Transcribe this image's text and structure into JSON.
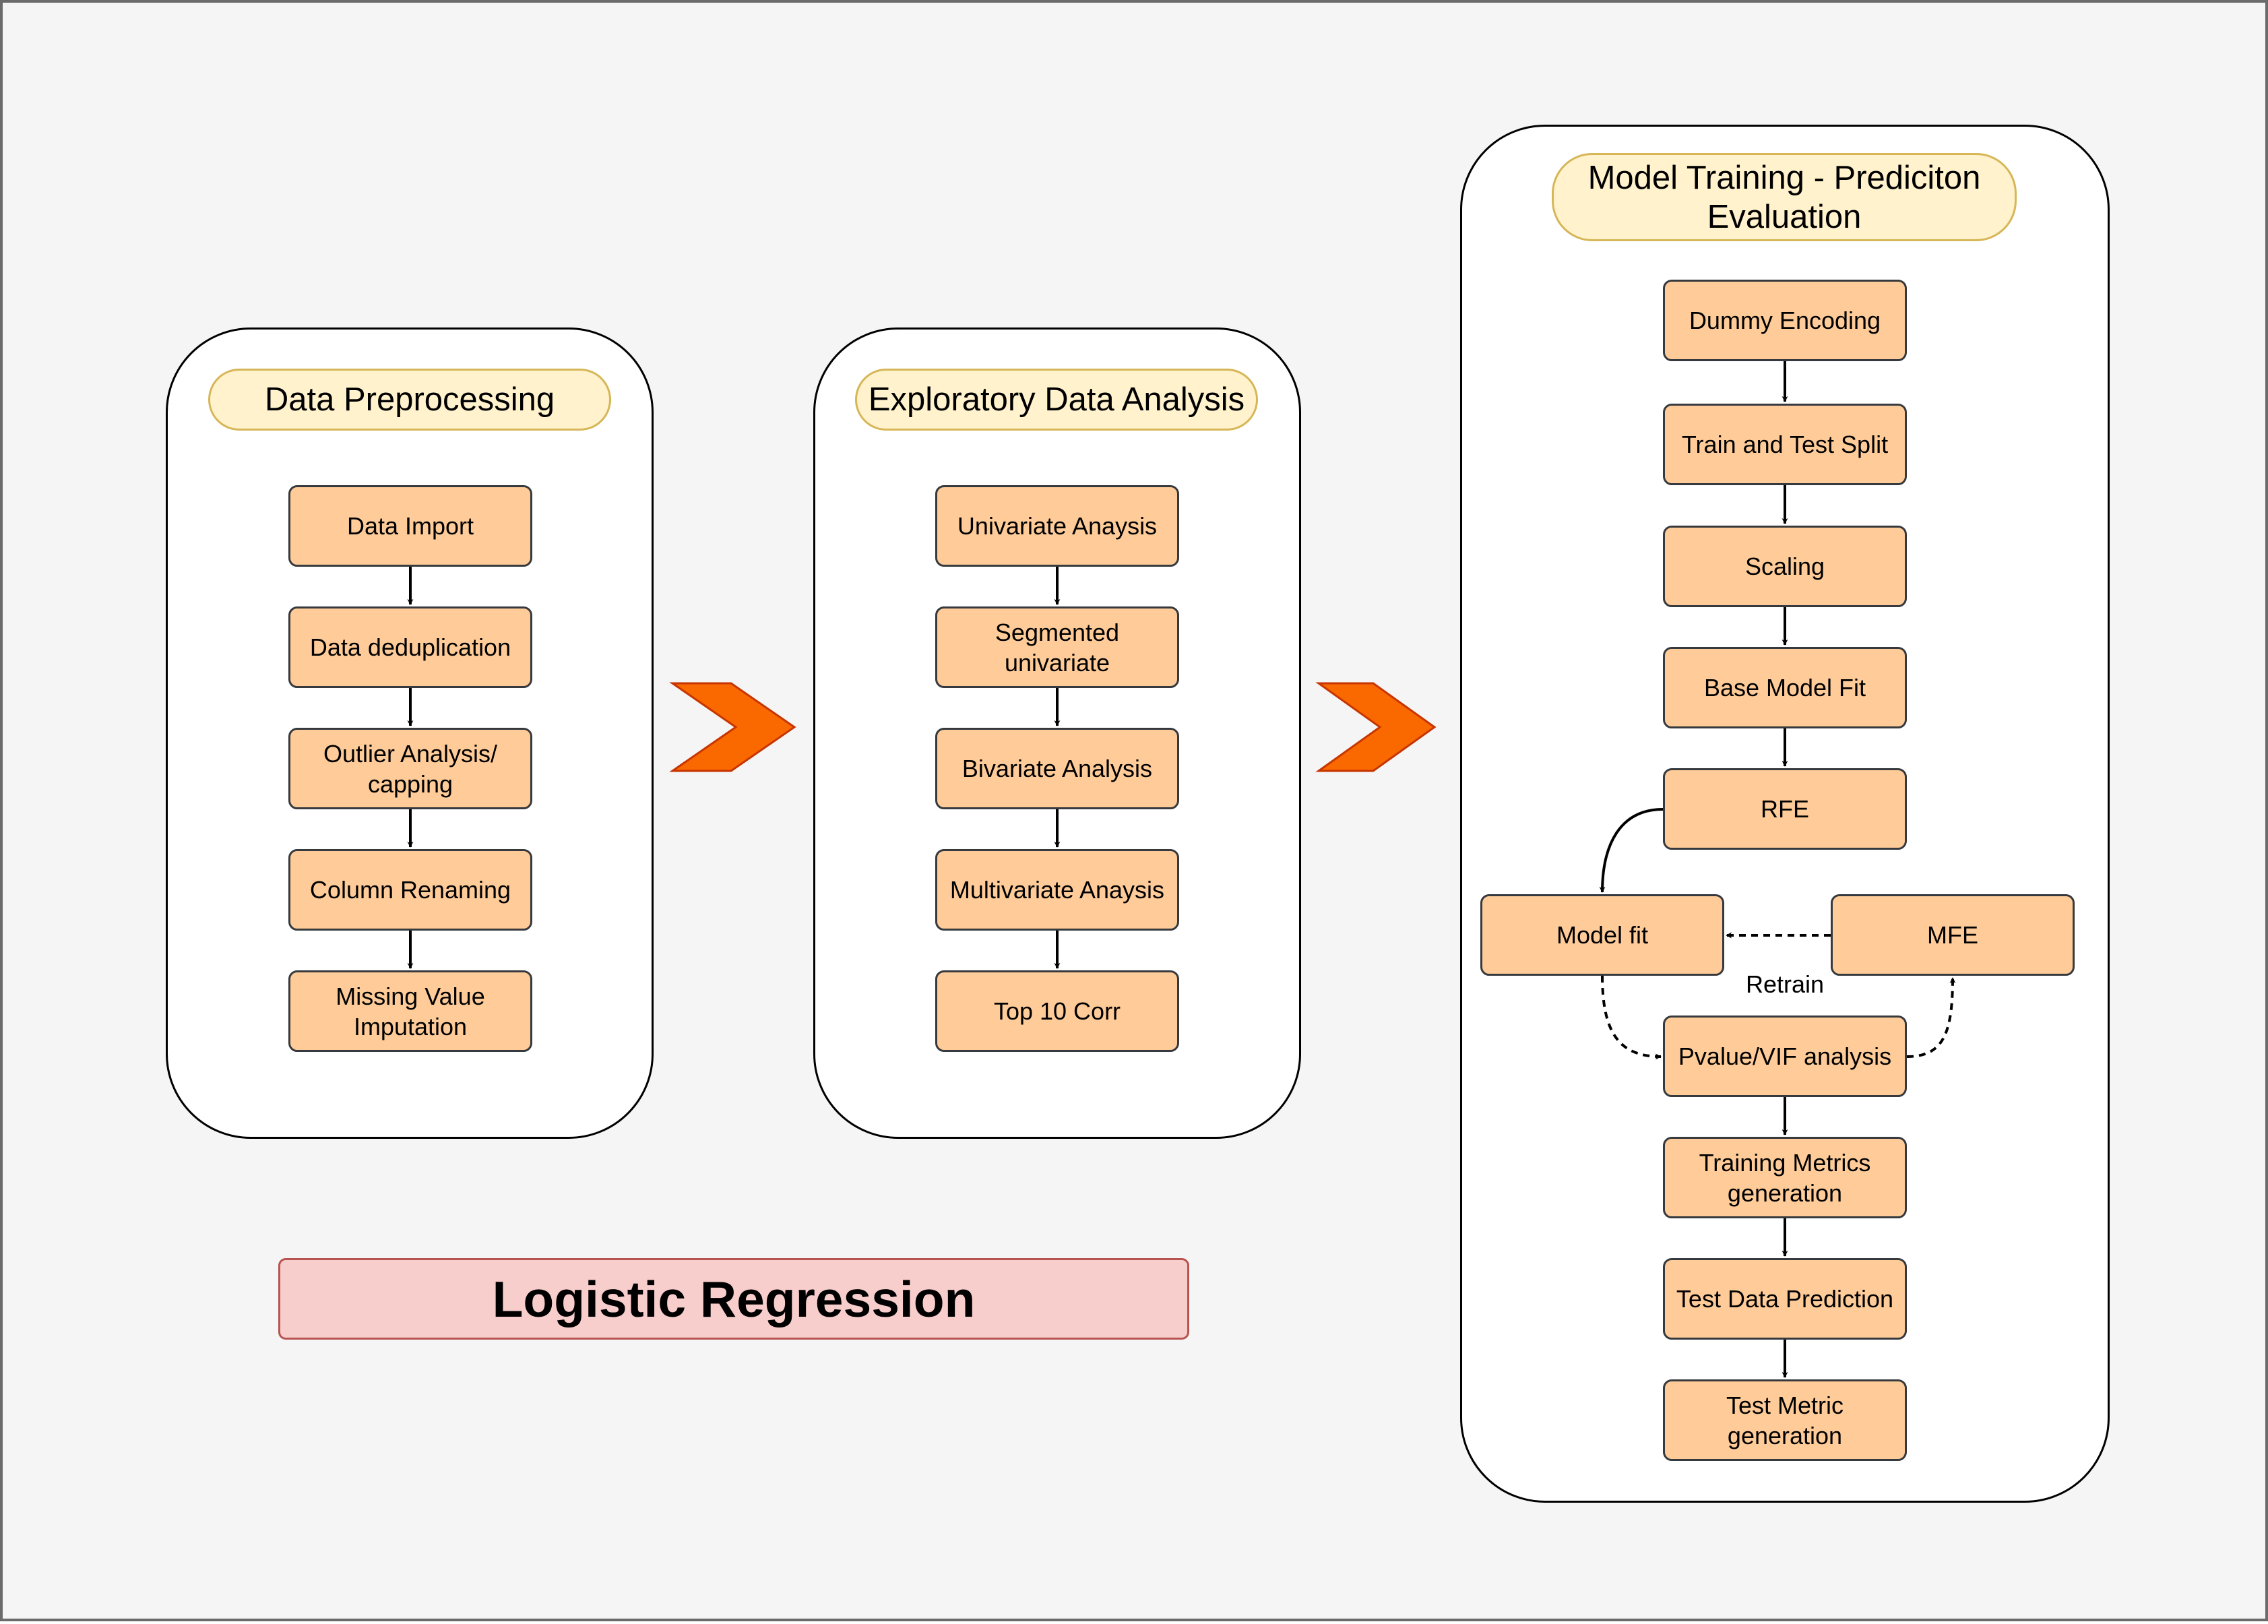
{
  "colors": {
    "background": "#f5f5f5",
    "panel": "#ffffff",
    "header_fill": "#fff2cc",
    "header_border": "#d6b656",
    "step_fill": "#ffcc99",
    "step_border": "#36393d",
    "chevron": "#fa6800",
    "title_fill": "#f8cecc",
    "title_border": "#b85450"
  },
  "title": "Logistic Regression",
  "panels": {
    "preprocessing": {
      "header": "Data Preprocessing",
      "steps": [
        "Data Import",
        "Data deduplication",
        "Outlier Analysis/ capping",
        "Column Renaming",
        "Missing Value Imputation"
      ]
    },
    "eda": {
      "header": "Exploratory Data Analysis",
      "steps": [
        "Univariate Anaysis",
        "Segmented univariate",
        "Bivariate Analysis",
        "Multivariate Anaysis",
        "Top 10 Corr"
      ]
    },
    "modeling": {
      "header": "Model Training - Prediciton Evaluation",
      "steps": {
        "dummy": "Dummy Encoding",
        "split": "Train and Test Split",
        "scaling": "Scaling",
        "base": "Base Model Fit",
        "rfe": "RFE",
        "model_fit": "Model fit",
        "mfe": "MFE",
        "pvalue": "Pvalue/VIF analysis",
        "train_metrics": "Training Metrics generation",
        "test_pred": "Test Data Prediction",
        "test_metrics": "Test Metric generation"
      },
      "retrain_label": "Retrain"
    }
  },
  "connectors": [
    {
      "from": "Data Import",
      "to": "Data deduplication",
      "style": "solid"
    },
    {
      "from": "Data deduplication",
      "to": "Outlier Analysis/ capping",
      "style": "solid"
    },
    {
      "from": "Outlier Analysis/ capping",
      "to": "Column Renaming",
      "style": "solid"
    },
    {
      "from": "Column Renaming",
      "to": "Missing Value Imputation",
      "style": "solid"
    },
    {
      "from": "Univariate Anaysis",
      "to": "Segmented univariate",
      "style": "solid"
    },
    {
      "from": "Segmented univariate",
      "to": "Bivariate Analysis",
      "style": "solid"
    },
    {
      "from": "Bivariate Analysis",
      "to": "Multivariate Anaysis",
      "style": "solid"
    },
    {
      "from": "Multivariate Anaysis",
      "to": "Top 10 Corr",
      "style": "solid"
    },
    {
      "from": "Dummy Encoding",
      "to": "Train and Test Split",
      "style": "solid"
    },
    {
      "from": "Train and Test Split",
      "to": "Scaling",
      "style": "solid"
    },
    {
      "from": "Scaling",
      "to": "Base Model Fit",
      "style": "solid"
    },
    {
      "from": "Base Model Fit",
      "to": "RFE",
      "style": "solid"
    },
    {
      "from": "RFE",
      "to": "Model fit",
      "style": "solid"
    },
    {
      "from": "Model fit",
      "to": "Pvalue/VIF analysis",
      "style": "dashed"
    },
    {
      "from": "Pvalue/VIF analysis",
      "to": "MFE",
      "style": "dashed"
    },
    {
      "from": "MFE",
      "to": "Model fit",
      "style": "dashed"
    },
    {
      "from": "Pvalue/VIF analysis",
      "to": "Training Metrics generation",
      "style": "solid"
    },
    {
      "from": "Training Metrics generation",
      "to": "Test Data Prediction",
      "style": "solid"
    },
    {
      "from": "Test Data Prediction",
      "to": "Test Metric generation",
      "style": "solid"
    }
  ]
}
